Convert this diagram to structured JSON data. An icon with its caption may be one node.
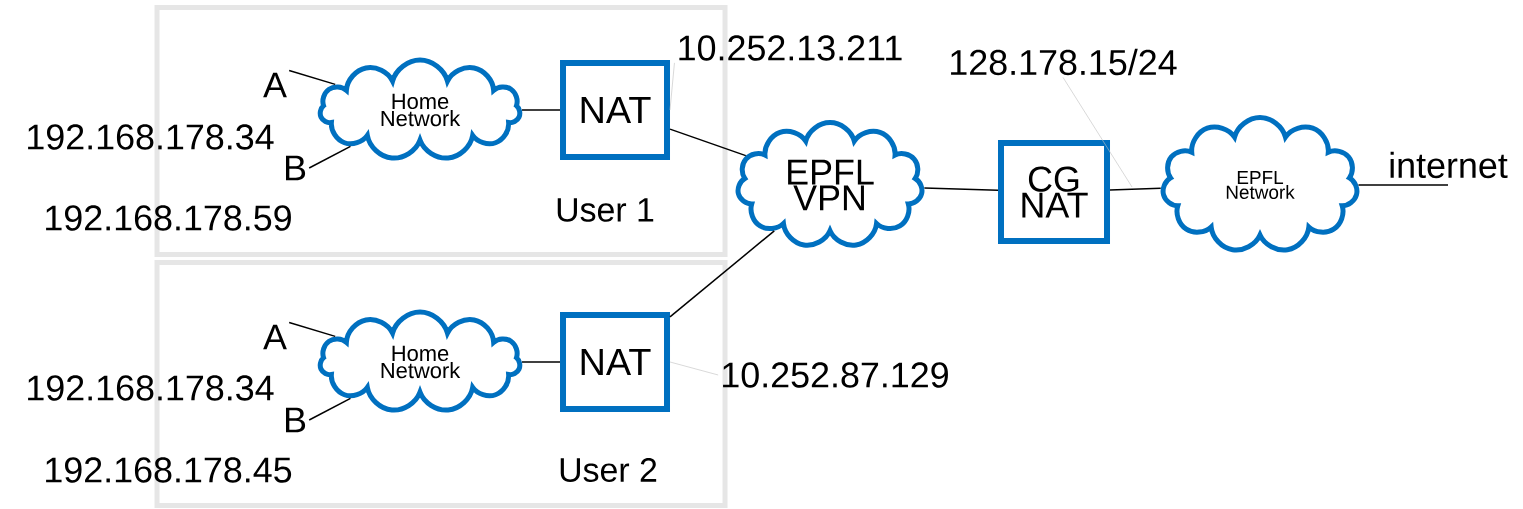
{
  "diagram": {
    "nodes": [
      {
        "text": [
          "User 1"
        ]
      },
      {
        "text": [
          "Home Network"
        ],
        "in": 0
      },
      {
        "text": [
          "NAT"
        ],
        "in": 0
      },
      {
        "text": [
          "User 2"
        ]
      },
      {
        "text": [
          "Home Network"
        ],
        "in": 3
      },
      {
        "text": [
          "NAT"
        ],
        "in": 3
      },
      {
        "text": [
          "EPFL VPN"
        ]
      },
      {
        "text": [
          "CG NAT"
        ]
      },
      {
        "text": [
          "EPFL Network"
        ]
      },
      {
        "text": [
          "A"
        ],
        "beside": [
          "192.168.178.34"
        ]
      },
      {
        "text": [
          "B"
        ],
        "beside": [
          "192.168.178.59"
        ]
      },
      {
        "text": [
          "10.252.13.211"
        ]
      },
      {
        "text": [
          "128.178.15/24"
        ]
      },
      {
        "text": [
          "internet"
        ]
      },
      {
        "text": [
          "A"
        ],
        "beside": [
          "192.168.178.34"
        ]
      },
      {
        "text": [
          "B"
        ],
        "beside": [
          "192.168.178.45"
        ]
      },
      {
        "text": [
          "10.252.87.129"
        ]
      }
    ],
    "edges": [
      {
        "from": 9,
        "to": 1,
        "arrow": "none"
      },
      {
        "from": 10,
        "to": 1,
        "arrow": "none"
      },
      {
        "from": 1,
        "to": 2,
        "arrow": "none"
      },
      {
        "from": 11,
        "to": 2,
        "arrow": "none",
        "color": "#bfbfbf"
      },
      {
        "from": 2,
        "to": 6,
        "arrow": "none"
      },
      {
        "from": 14,
        "to": 4,
        "arrow": "none"
      },
      {
        "from": 15,
        "to": 4,
        "arrow": "none"
      },
      {
        "from": 4,
        "to": 5,
        "arrow": "none"
      },
      {
        "from": 16,
        "to": 5,
        "arrow": "none",
        "color": "#bfbfbf"
      },
      {
        "from": 5,
        "to": 6,
        "arrow": "none"
      },
      {
        "from": 6,
        "to": 7,
        "arrow": "none"
      },
      {
        "from": 7,
        "to": 8,
        "arrow": "none"
      },
      {
        "from": 12,
        "to": null,
        "arrow": "none",
        "color": "#bfbfbf"
      },
      {
        "from": 8,
        "to": 13,
        "arrow": "none"
      }
    ]
  }
}
